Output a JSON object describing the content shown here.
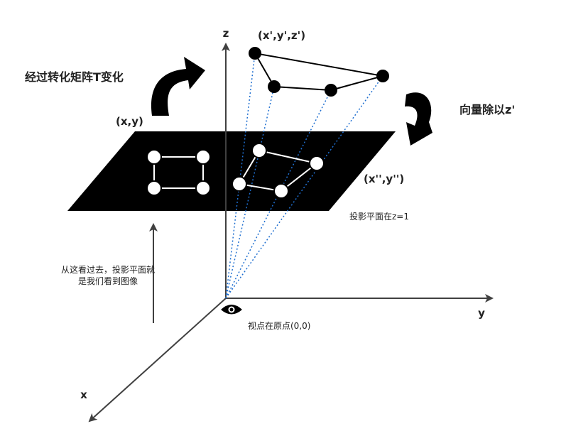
{
  "axes": {
    "z": "z",
    "y": "y",
    "x": "x"
  },
  "labels": {
    "transform": "经过转化矩阵T变化",
    "xy": "(x,y)",
    "xyz_prime": "(x',y',z')",
    "divide": "向量除以z'",
    "xy_double_prime": "(x'',y'')",
    "plane_note": "投影平面在z=1",
    "view_line1": "从这看过去，投影平面就",
    "view_line2": "是我们看到图像",
    "origin_note": "视点在原点(0,0)"
  },
  "colors": {
    "ink": "#000000",
    "axis": "#404040",
    "projection_ray": "#1f6fd0",
    "plane": "#000000",
    "node_fill_light": "#ffffff"
  }
}
